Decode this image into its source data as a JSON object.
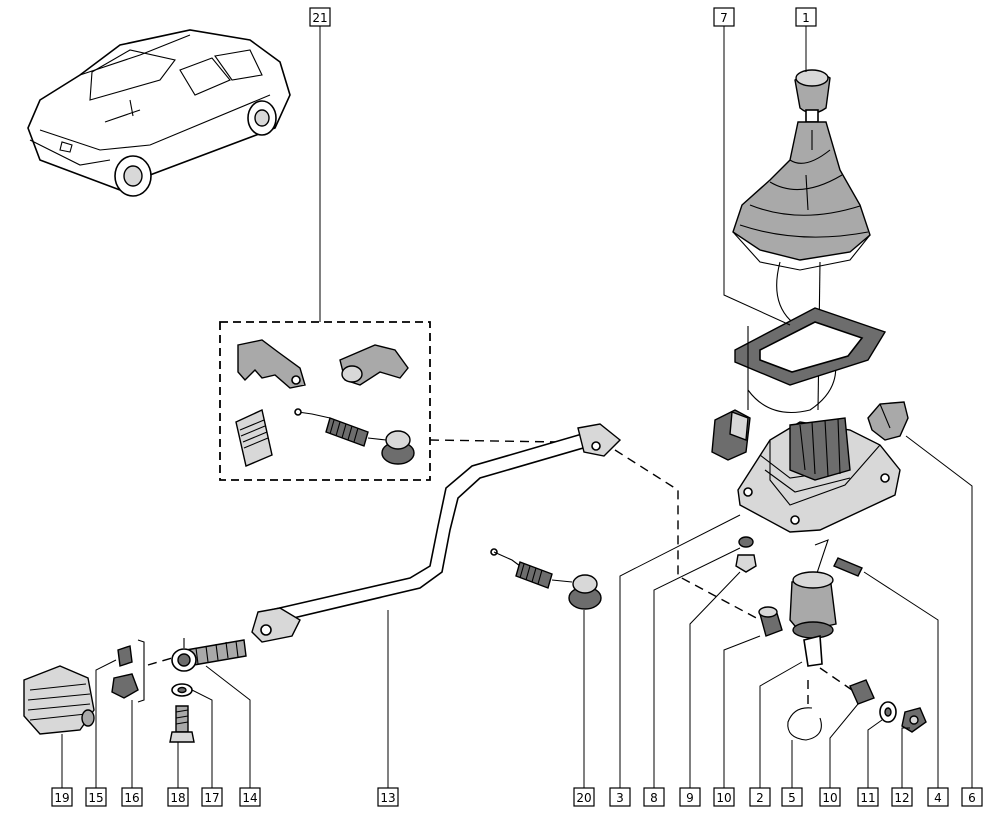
{
  "callouts": [
    {
      "id": "c1",
      "label": "1"
    },
    {
      "id": "c2",
      "label": "2"
    },
    {
      "id": "c3",
      "label": "3"
    },
    {
      "id": "c4",
      "label": "4"
    },
    {
      "id": "c5",
      "label": "5"
    },
    {
      "id": "c6",
      "label": "6"
    },
    {
      "id": "c7",
      "label": "7"
    },
    {
      "id": "c8",
      "label": "8"
    },
    {
      "id": "c9",
      "label": "9"
    },
    {
      "id": "c10a",
      "label": "10"
    },
    {
      "id": "c10b",
      "label": "10"
    },
    {
      "id": "c11",
      "label": "11"
    },
    {
      "id": "c12",
      "label": "12"
    },
    {
      "id": "c13",
      "label": "13"
    },
    {
      "id": "c14",
      "label": "14"
    },
    {
      "id": "c15",
      "label": "15"
    },
    {
      "id": "c16",
      "label": "16"
    },
    {
      "id": "c17",
      "label": "17"
    },
    {
      "id": "c18",
      "label": "18"
    },
    {
      "id": "c19",
      "label": "19"
    },
    {
      "id": "c20",
      "label": "20"
    },
    {
      "id": "c21",
      "label": "21"
    }
  ]
}
